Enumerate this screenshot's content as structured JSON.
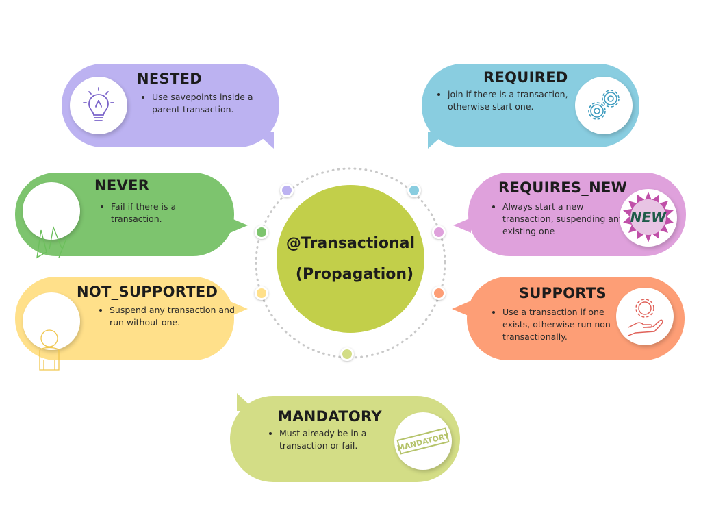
{
  "center": {
    "line1": "@Transactional",
    "line2": "(Propagation)",
    "color": "#c2cf4a"
  },
  "colors": {
    "nested": "#bcb2f1",
    "required": "#89cde0",
    "never": "#7dc46e",
    "requires_new": "#dfa1dc",
    "not_supported": "#ffe08a",
    "supports": "#fd9e76",
    "mandatory": "#d3dd86",
    "ring": "#c9c9c9"
  },
  "nodes": {
    "nested": {
      "title": "NESTED",
      "desc": "Use savepoints inside a parent transaction.",
      "icon": "lightbulb-icon"
    },
    "required": {
      "title": "REQUIRED",
      "desc": "join if there is a transaction, otherwise start one.",
      "icon": "gears-icon"
    },
    "never": {
      "title": "NEVER",
      "desc": "Fail if there is a transaction.",
      "icon": "blank-circle-icon"
    },
    "requires_new": {
      "title": "REQUIRES_NEW",
      "desc": "Always start a new transaction, suspending any existing one",
      "icon": "new-badge-icon",
      "badge_text": "NEW"
    },
    "not_supported": {
      "title": "NOT_SUPPORTED",
      "desc": "Suspend any transaction and run without one.",
      "icon": "blank-circle-icon"
    },
    "supports": {
      "title": "SUPPORTS",
      "desc": "Use a transaction if one exists, otherwise run non-transactionally.",
      "icon": "hand-gear-icon"
    },
    "mandatory": {
      "title": "MANDATORY",
      "desc": "Must already be in a transaction or fail.",
      "icon": "mandatory-stamp-icon",
      "stamp_text": "MANDATORY"
    }
  }
}
